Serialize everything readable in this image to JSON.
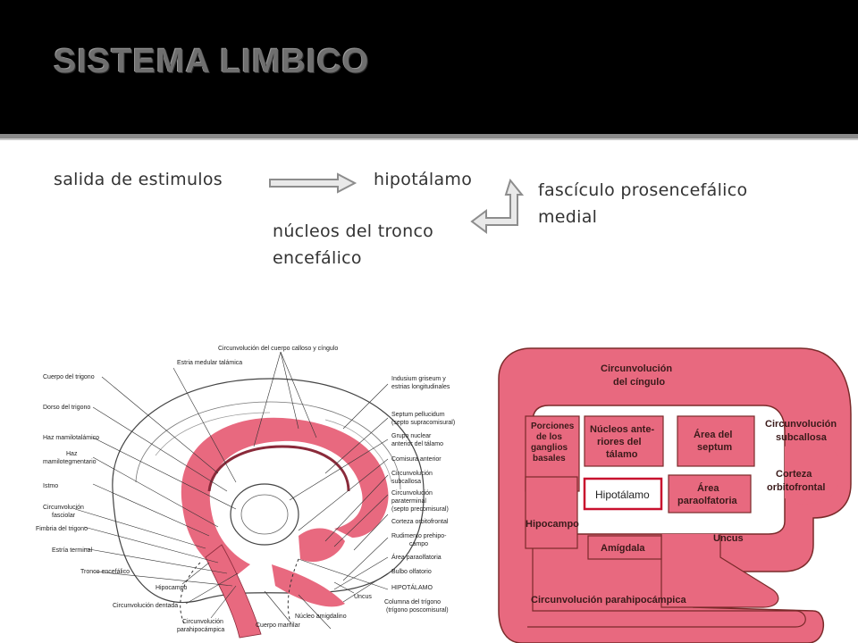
{
  "title": "SISTEMA LIMBICO",
  "flow": {
    "source": "salida de estimulos",
    "target": "hipotálamo",
    "pathway": [
      "fascículo prosencefálico",
      "medial"
    ],
    "destination": [
      "núcleos del tronco",
      "encefálico"
    ]
  },
  "brain_labels": {
    "top": "Circunvolución del cuerpo calloso y cíngulo",
    "left": [
      "Cuerpo del trigono",
      "Estria medular talámica",
      "Dorso del trigono",
      "Haz mamilotalámico",
      "Haz",
      "mamilotegmentario",
      "Istmo",
      "Circunvolución",
      "fasciolar",
      "Fimbria del trigono",
      "Estría terminal",
      "Tronco encefálico"
    ],
    "right": [
      "Indusium griseum y",
      "estrias longitudinales",
      "Septum pellucidum",
      "(septo supracomisural)",
      "Grupo nuclear",
      "anterior del tálamo",
      "Comisura anterior",
      "Circunvolución",
      "subcallosa",
      "Circunvolución",
      "paraterminal",
      "(septo precomisural)",
      "Corteza orbitofrontal",
      "Rudimento prehipo-",
      "campo",
      "Área paraolfatoria",
      "Bulbo olfatorio",
      "HIPOTÁLAMO",
      "Columna del trígono",
      "(trígono poscomisural)"
    ],
    "bottom": [
      "Hipocampo",
      "Circunvolución dentada",
      "Circunvolución",
      "parahipocámpica",
      "Cuerpo mamilar",
      "Núcleo amigdalino",
      "Uncus"
    ]
  },
  "schema": {
    "cingulo": [
      "Circunvolución",
      "del cíngulo"
    ],
    "subcallosa": [
      "Circunvolución",
      "subcallosa"
    ],
    "orbitofrontal": [
      "Corteza",
      "orbitofrontal"
    ],
    "uncus": "Uncus",
    "parahipocampica": "Circunvolución parahipocámpica",
    "boxes": {
      "porciones": [
        "Porciones",
        "de los",
        "ganglios",
        "basales"
      ],
      "nucleos": [
        "Núcleos ante-",
        "riores del",
        "tálamo"
      ],
      "septum": [
        "Área del",
        "septum"
      ],
      "hipocampo": "Hipocampo",
      "hipotalamo": "Hipotálamo",
      "paraolfatoria": [
        "Área",
        "paraolfatoria"
      ],
      "amigdala": "Amígdala"
    }
  },
  "colors": {
    "pink": "#e8697f",
    "header": "#000000",
    "title_text": "#6f6f6f"
  },
  "icons": [
    "flow-arrow-right-icon",
    "flow-elbow-arrow-icon"
  ]
}
